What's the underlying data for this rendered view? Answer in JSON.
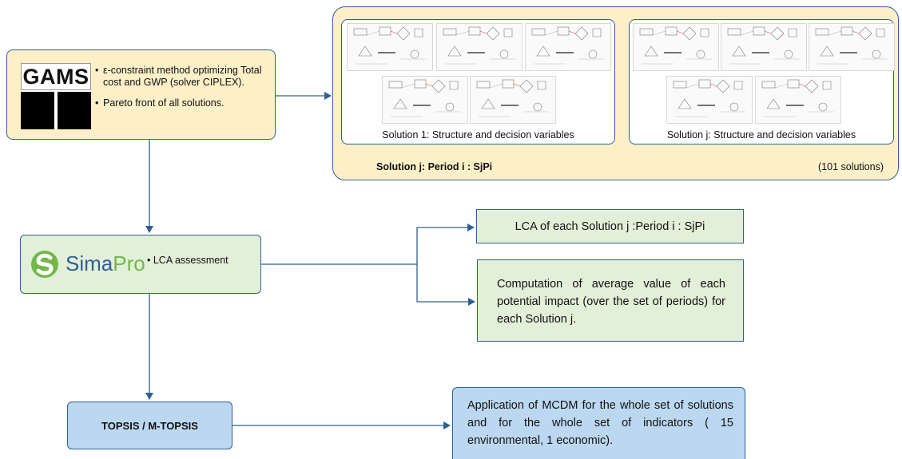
{
  "gams": {
    "logo_text": "GAMS",
    "bullets": [
      "ε-constraint method optimizing Total cost and GWP (solver CIPLEX).",
      "Pareto front of all solutions."
    ]
  },
  "solutions": {
    "cards": [
      {
        "caption": "Solution 1: Structure and decision variables"
      },
      {
        "caption": "Solution j: Structure and decision variables"
      }
    ],
    "footer_left": "Solution j: Period i : SjPi",
    "footer_right": "(101 solutions)"
  },
  "simapro": {
    "logo_text_a": "Sima",
    "logo_text_b": "Pro",
    "bullet": "• LCA assessment"
  },
  "lca_box": {
    "text": "LCA of each Solution j :Period i : SjPi"
  },
  "computation_box": {
    "text": "Computation of average value of each potential impact (over the set of periods) for each Solution j."
  },
  "topsis_box": {
    "text": "TOPSIS / M-TOPSIS"
  },
  "mcdm_box": {
    "text": "Application of MCDM for the whole set of solutions and for the whole set of indicators ( 15 environmental, 1 economic)."
  },
  "colors": {
    "border": "#2f5f93",
    "cream": "#fdefc8",
    "green": "#e2efd9",
    "blue": "#bcd8f0",
    "simapro_green": "#72b84a"
  }
}
